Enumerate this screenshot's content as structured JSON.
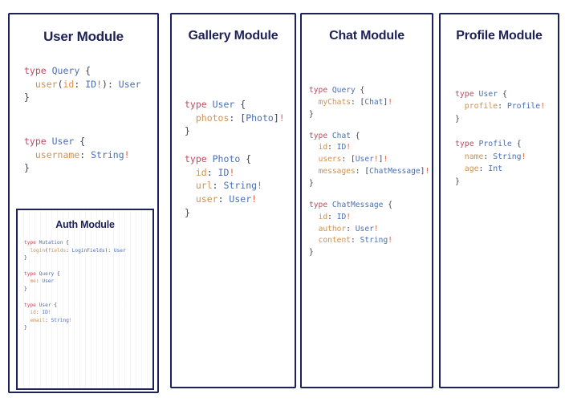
{
  "panels": [
    {
      "id": "user",
      "title": "User Module",
      "blocks": [
        [
          [
            {
              "t": "type ",
              "c": "kw"
            },
            {
              "t": "Query",
              "c": "tp"
            },
            {
              "t": " {",
              "c": "pun"
            }
          ],
          [
            {
              "t": "  ",
              "c": "pun"
            },
            {
              "t": "user",
              "c": "fld"
            },
            {
              "t": "(",
              "c": "pun"
            },
            {
              "t": "id",
              "c": "fld"
            },
            {
              "t": ": ",
              "c": "pun"
            },
            {
              "t": "ID",
              "c": "tp"
            },
            {
              "t": "!",
              "c": "bang"
            },
            {
              "t": "): ",
              "c": "pun"
            },
            {
              "t": "User",
              "c": "tp"
            }
          ],
          [
            {
              "t": "}",
              "c": "pun"
            }
          ]
        ],
        [
          [
            {
              "t": "type ",
              "c": "kw"
            },
            {
              "t": "User",
              "c": "tp"
            },
            {
              "t": " {",
              "c": "pun"
            }
          ],
          [
            {
              "t": "  ",
              "c": "pun"
            },
            {
              "t": "username",
              "c": "fld"
            },
            {
              "t": ": ",
              "c": "pun"
            },
            {
              "t": "String",
              "c": "tp"
            },
            {
              "t": "!",
              "c": "bang"
            }
          ],
          [
            {
              "t": "}",
              "c": "pun"
            }
          ]
        ]
      ],
      "nested": {
        "id": "auth",
        "title": "Auth Module",
        "blocks": [
          [
            [
              {
                "t": "type ",
                "c": "kw"
              },
              {
                "t": "Mutation",
                "c": "tp"
              },
              {
                "t": " {",
                "c": "pun"
              }
            ],
            [
              {
                "t": "  ",
                "c": "pun"
              },
              {
                "t": "login",
                "c": "fld"
              },
              {
                "t": "(",
                "c": "pun"
              },
              {
                "t": "fields",
                "c": "fld"
              },
              {
                "t": ": ",
                "c": "pun"
              },
              {
                "t": "LoginFields",
                "c": "tp"
              },
              {
                "t": "): ",
                "c": "pun"
              },
              {
                "t": "User",
                "c": "tp"
              }
            ],
            [
              {
                "t": "}",
                "c": "pun"
              }
            ]
          ],
          [
            [
              {
                "t": "type ",
                "c": "kw"
              },
              {
                "t": "Query",
                "c": "tp"
              },
              {
                "t": " {",
                "c": "pun"
              }
            ],
            [
              {
                "t": "  ",
                "c": "pun"
              },
              {
                "t": "me",
                "c": "fld"
              },
              {
                "t": ": ",
                "c": "pun"
              },
              {
                "t": "User",
                "c": "tp"
              }
            ],
            [
              {
                "t": "}",
                "c": "pun"
              }
            ]
          ],
          [
            [
              {
                "t": "type ",
                "c": "kw"
              },
              {
                "t": "User",
                "c": "tp"
              },
              {
                "t": " {",
                "c": "pun"
              }
            ],
            [
              {
                "t": "  ",
                "c": "pun"
              },
              {
                "t": "id",
                "c": "fld"
              },
              {
                "t": ": ",
                "c": "pun"
              },
              {
                "t": "ID",
                "c": "tp"
              },
              {
                "t": "!",
                "c": "bang"
              }
            ],
            [
              {
                "t": "  ",
                "c": "pun"
              },
              {
                "t": "email",
                "c": "fld"
              },
              {
                "t": ": ",
                "c": "pun"
              },
              {
                "t": "String",
                "c": "tp"
              },
              {
                "t": "!",
                "c": "bang"
              }
            ],
            [
              {
                "t": "}",
                "c": "pun"
              }
            ]
          ]
        ]
      }
    },
    {
      "id": "gallery",
      "title": "Gallery Module",
      "blocks": [
        [
          [
            {
              "t": "type ",
              "c": "kw"
            },
            {
              "t": "User",
              "c": "tp"
            },
            {
              "t": " {",
              "c": "pun"
            }
          ],
          [
            {
              "t": "  ",
              "c": "pun"
            },
            {
              "t": "photos",
              "c": "fld"
            },
            {
              "t": ": [",
              "c": "pun"
            },
            {
              "t": "Photo",
              "c": "tp"
            },
            {
              "t": "]",
              "c": "pun"
            },
            {
              "t": "!",
              "c": "bang"
            }
          ],
          [
            {
              "t": "}",
              "c": "pun"
            }
          ]
        ],
        [
          [
            {
              "t": "type ",
              "c": "kw"
            },
            {
              "t": "Photo",
              "c": "tp"
            },
            {
              "t": " {",
              "c": "pun"
            }
          ],
          [
            {
              "t": "  ",
              "c": "pun"
            },
            {
              "t": "id",
              "c": "fld"
            },
            {
              "t": ": ",
              "c": "pun"
            },
            {
              "t": "ID",
              "c": "tp"
            },
            {
              "t": "!",
              "c": "bang"
            }
          ],
          [
            {
              "t": "  ",
              "c": "pun"
            },
            {
              "t": "url",
              "c": "fld"
            },
            {
              "t": ": ",
              "c": "pun"
            },
            {
              "t": "String",
              "c": "tp"
            },
            {
              "t": "!",
              "c": "bang"
            }
          ],
          [
            {
              "t": "  ",
              "c": "pun"
            },
            {
              "t": "user",
              "c": "fld"
            },
            {
              "t": ": ",
              "c": "pun"
            },
            {
              "t": "User",
              "c": "tp"
            },
            {
              "t": "!",
              "c": "bang"
            }
          ],
          [
            {
              "t": "}",
              "c": "pun"
            }
          ]
        ]
      ]
    },
    {
      "id": "chat",
      "title": "Chat Module",
      "blocks": [
        [
          [
            {
              "t": "type ",
              "c": "kw"
            },
            {
              "t": "Query",
              "c": "tp"
            },
            {
              "t": " {",
              "c": "pun"
            }
          ],
          [
            {
              "t": "  ",
              "c": "pun"
            },
            {
              "t": "myChats",
              "c": "fld"
            },
            {
              "t": ": [",
              "c": "pun"
            },
            {
              "t": "Chat",
              "c": "tp"
            },
            {
              "t": "]",
              "c": "pun"
            },
            {
              "t": "!",
              "c": "bang"
            }
          ],
          [
            {
              "t": "}",
              "c": "pun"
            }
          ]
        ],
        [
          [
            {
              "t": "type ",
              "c": "kw"
            },
            {
              "t": "Chat",
              "c": "tp"
            },
            {
              "t": " {",
              "c": "pun"
            }
          ],
          [
            {
              "t": "  ",
              "c": "pun"
            },
            {
              "t": "id",
              "c": "fld"
            },
            {
              "t": ": ",
              "c": "pun"
            },
            {
              "t": "ID",
              "c": "tp"
            },
            {
              "t": "!",
              "c": "bang"
            }
          ],
          [
            {
              "t": "  ",
              "c": "pun"
            },
            {
              "t": "users",
              "c": "fld"
            },
            {
              "t": ": [",
              "c": "pun"
            },
            {
              "t": "User",
              "c": "tp"
            },
            {
              "t": "!",
              "c": "bang"
            },
            {
              "t": "]",
              "c": "pun"
            },
            {
              "t": "!",
              "c": "bang"
            }
          ],
          [
            {
              "t": "  ",
              "c": "pun"
            },
            {
              "t": "messages",
              "c": "fld"
            },
            {
              "t": ": [",
              "c": "pun"
            },
            {
              "t": "ChatMessage",
              "c": "tp"
            },
            {
              "t": "]",
              "c": "pun"
            },
            {
              "t": "!",
              "c": "bang"
            }
          ],
          [
            {
              "t": "}",
              "c": "pun"
            }
          ]
        ],
        [
          [
            {
              "t": "type ",
              "c": "kw"
            },
            {
              "t": "ChatMessage",
              "c": "tp"
            },
            {
              "t": " {",
              "c": "pun"
            }
          ],
          [
            {
              "t": "  ",
              "c": "pun"
            },
            {
              "t": "id",
              "c": "fld"
            },
            {
              "t": ": ",
              "c": "pun"
            },
            {
              "t": "ID",
              "c": "tp"
            },
            {
              "t": "!",
              "c": "bang"
            }
          ],
          [
            {
              "t": "  ",
              "c": "pun"
            },
            {
              "t": "author",
              "c": "fld"
            },
            {
              "t": ": ",
              "c": "pun"
            },
            {
              "t": "User",
              "c": "tp"
            },
            {
              "t": "!",
              "c": "bang"
            }
          ],
          [
            {
              "t": "  ",
              "c": "pun"
            },
            {
              "t": "content",
              "c": "fld"
            },
            {
              "t": ": ",
              "c": "pun"
            },
            {
              "t": "String",
              "c": "tp"
            },
            {
              "t": "!",
              "c": "bang"
            }
          ],
          [
            {
              "t": "}",
              "c": "pun"
            }
          ]
        ]
      ]
    },
    {
      "id": "profile",
      "title": "Profile Module",
      "blocks": [
        [
          [
            {
              "t": "type ",
              "c": "kw"
            },
            {
              "t": "User",
              "c": "tp"
            },
            {
              "t": " {",
              "c": "pun"
            }
          ],
          [
            {
              "t": "  ",
              "c": "pun"
            },
            {
              "t": "profile",
              "c": "fld"
            },
            {
              "t": ": ",
              "c": "pun"
            },
            {
              "t": "Profile",
              "c": "tp"
            },
            {
              "t": "!",
              "c": "bang"
            }
          ],
          [
            {
              "t": "}",
              "c": "pun"
            }
          ]
        ],
        [
          [
            {
              "t": "type ",
              "c": "kw"
            },
            {
              "t": "Profile",
              "c": "tp"
            },
            {
              "t": " {",
              "c": "pun"
            }
          ],
          [
            {
              "t": "  ",
              "c": "pun"
            },
            {
              "t": "name",
              "c": "fld"
            },
            {
              "t": ": ",
              "c": "pun"
            },
            {
              "t": "String",
              "c": "tp"
            },
            {
              "t": "!",
              "c": "bang"
            }
          ],
          [
            {
              "t": "  ",
              "c": "pun"
            },
            {
              "t": "age",
              "c": "fld"
            },
            {
              "t": ": ",
              "c": "pun"
            },
            {
              "t": "Int",
              "c": "tp"
            }
          ],
          [
            {
              "t": "}",
              "c": "pun"
            }
          ]
        ]
      ]
    }
  ],
  "colors": {
    "border": "#1d2156",
    "title": "#1d2156",
    "keyword": "#c34a5e",
    "type": "#4a6fb5",
    "field": "#d4904a",
    "punctuation": "#3b3f54",
    "bang": "#e0603c",
    "background": "#ffffff"
  }
}
